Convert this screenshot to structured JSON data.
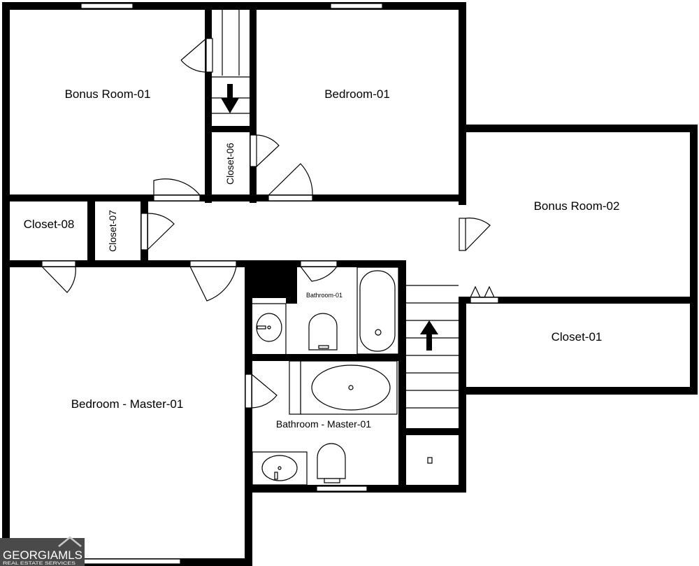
{
  "rooms": {
    "bonus_room_01": "Bonus Room-01",
    "bedroom_01": "Bedroom-01",
    "bonus_room_02": "Bonus Room-02",
    "closet_06": "Closet-06",
    "closet_07": "Closet-07",
    "closet_08": "Closet-08",
    "bathroom_01": "Bathroom-01",
    "closet_01": "Closet-01",
    "bedroom_master_01": "Bedroom - Master-01",
    "bathroom_master_01": "Bathroom - Master-01"
  },
  "logo": {
    "brand_text": "GEORGIAMLS",
    "tagline": "REAL ESTATE SERVICES"
  },
  "colors": {
    "wall": "#000000",
    "background": "#ffffff",
    "logo_bg": "#4a4a4a"
  }
}
